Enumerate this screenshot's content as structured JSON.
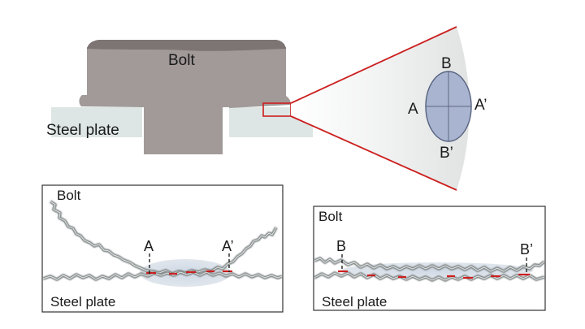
{
  "top": {
    "bolt_label": "Bolt",
    "plate_label": "Steel plate",
    "contact": {
      "a": "A",
      "a_prime": "A’",
      "b": "B",
      "b_prime": "B’"
    }
  },
  "bottom_left": {
    "bolt_label": "Bolt",
    "plate_label": "Steel plate",
    "marker_left": "A",
    "marker_right": "A’"
  },
  "bottom_right": {
    "bolt_label": "Bolt",
    "plate_label": "Steel plate",
    "marker_left": "B",
    "marker_right": "B’"
  },
  "colors": {
    "bolt": "#a19a99",
    "bolt_cap": "#7c7574",
    "plate": "#dde6e4",
    "ellipse": "#a9b5d0",
    "accent": "#cc1f1f",
    "rough_line": "#7f8585"
  }
}
